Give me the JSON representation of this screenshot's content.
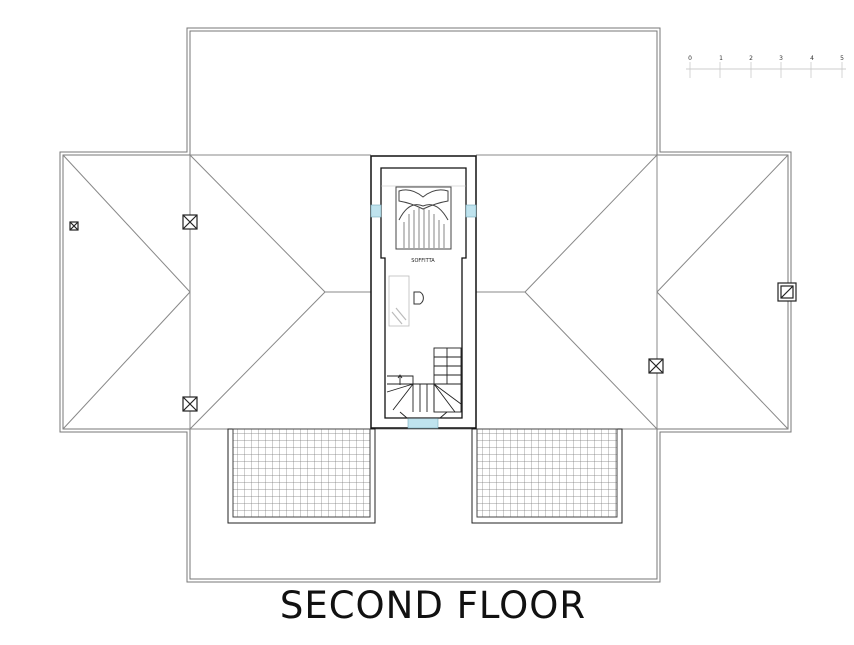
{
  "title": "SECOND FLOOR",
  "room_label": "SOFFITTA",
  "scale_bar": {
    "labels": [
      "0",
      "1",
      "2",
      "3",
      "4",
      "5"
    ]
  },
  "colors": {
    "line": "#555555",
    "wall": "#111111",
    "window": "#bfe3ee"
  }
}
